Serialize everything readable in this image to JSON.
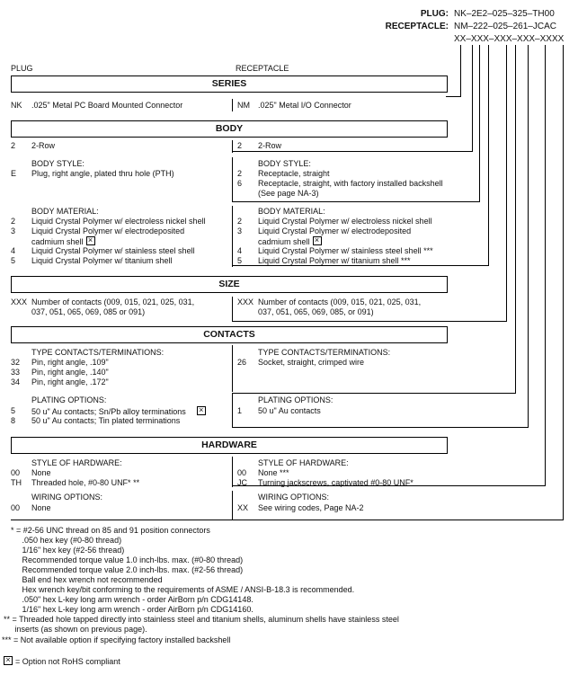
{
  "part_numbers": {
    "plug_label": "PLUG:",
    "plug_code": "NK–2E2–025–325–TH00",
    "receptacle_label": "RECEPTACLE:",
    "receptacle_code": "NM–222–025–261–JCAC",
    "pattern": "XX–XXX–XXX–XXX–XXXX"
  },
  "columns": {
    "plug": "PLUG",
    "receptacle": "RECEPTACLE"
  },
  "series": {
    "title": "SERIES",
    "plug": {
      "code": "NK",
      "text": ".025\" Metal PC Board Mounted Connector"
    },
    "receptacle": {
      "code": "NM",
      "text": ".025\" Metal I/O Connector"
    }
  },
  "body": {
    "title": "BODY",
    "rows": {
      "plug": {
        "code": "2",
        "text": "2-Row"
      },
      "receptacle": {
        "code": "2",
        "text": "2-Row"
      }
    },
    "style": {
      "plug_title": "BODY STYLE:",
      "plug_items": [
        {
          "code": "E",
          "text": "Plug, right angle, plated thru hole (PTH)"
        }
      ],
      "rec_title": "BODY STYLE:",
      "rec_items": [
        {
          "code": "2",
          "text": "Receptacle, straight"
        },
        {
          "code": "6",
          "text": "Receptacle, straight, with factory installed backshell"
        },
        {
          "code": "",
          "text": "(See page NA-3)"
        }
      ]
    },
    "material": {
      "plug_title": "BODY MATERIAL:",
      "plug_items": [
        {
          "code": "2",
          "text": "Liquid Crystal Polymer w/ electroless nickel shell"
        },
        {
          "code": "3",
          "text": "Liquid Crystal Polymer w/ electrodeposited"
        },
        {
          "code": "",
          "text": "cadmium shell"
        },
        {
          "code": "4",
          "text": "Liquid Crystal Polymer w/ stainless steel shell"
        },
        {
          "code": "5",
          "text": "Liquid Crystal Polymer w/ titanium shell"
        }
      ],
      "rec_title": "BODY MATERIAL:",
      "rec_items": [
        {
          "code": "2",
          "text": "Liquid Crystal Polymer w/ electroless nickel shell"
        },
        {
          "code": "3",
          "text": "Liquid Crystal Polymer w/ electrodeposited"
        },
        {
          "code": "",
          "text": "cadmium shell"
        },
        {
          "code": "4",
          "text": "Liquid Crystal Polymer w/ stainless steel shell ***"
        },
        {
          "code": "5",
          "text": "Liquid Crystal Polymer w/ titanium shell ***"
        }
      ]
    }
  },
  "size": {
    "title": "SIZE",
    "plug": {
      "code": "XXX",
      "line1": "Number of contacts (009, 015, 021, 025, 031,",
      "line2": "037, 051, 065, 069, 085 or 091)"
    },
    "receptacle": {
      "code": "XXX",
      "line1": "Number of contacts (009, 015, 021, 025, 031,",
      "line2": "037, 051, 065, 069, 085, or 091)"
    }
  },
  "contacts": {
    "title": "CONTACTS",
    "type": {
      "plug_title": "TYPE CONTACTS/TERMINATIONS:",
      "plug_items": [
        {
          "code": "32",
          "text": "Pin, right angle, .109\""
        },
        {
          "code": "33",
          "text": "Pin, right angle, .140\""
        },
        {
          "code": "34",
          "text": "Pin, right angle, .172\""
        }
      ],
      "rec_title": "TYPE CONTACTS/TERMINATIONS:",
      "rec_items": [
        {
          "code": "26",
          "text": "Socket, straight, crimped wire"
        }
      ]
    },
    "plating": {
      "plug_title": "PLATING OPTIONS:",
      "plug_items": [
        {
          "code": "5",
          "text": "50 u\" Au contacts; Sn/Pb alloy terminations"
        },
        {
          "code": "8",
          "text": "50 u\" Au contacts; Tin plated terminations"
        }
      ],
      "rec_title": "PLATING OPTIONS:",
      "rec_items": [
        {
          "code": "1",
          "text": "50 u\" Au contacts"
        }
      ]
    }
  },
  "hardware": {
    "title": "HARDWARE",
    "style": {
      "plug_title": "STYLE OF HARDWARE:",
      "plug_items": [
        {
          "code": "00",
          "text": "None"
        },
        {
          "code": "TH",
          "text": "Threaded hole, #0-80 UNF*  **"
        }
      ],
      "rec_title": "STYLE OF HARDWARE:",
      "rec_items": [
        {
          "code": "00",
          "text": "None ***"
        },
        {
          "code": "JC",
          "text": "Turning jackscrews, captivated #0-80 UNF*"
        }
      ]
    },
    "wiring": {
      "plug_title": "WIRING OPTIONS:",
      "plug_items": [
        {
          "code": "00",
          "text": "None"
        }
      ],
      "rec_title": "WIRING OPTIONS:",
      "rec_items": [
        {
          "code": "XX",
          "text": "See wiring codes, Page NA-2"
        }
      ]
    }
  },
  "notes": [
    "* = #2-56 UNC thread on 85 and 91 position connectors",
    "     .050 hex key (#0-80 thread)",
    "     1/16\" hex key (#2-56 thread)",
    "     Recommended torque value 1.0 inch-lbs. max. (#0-80 thread)",
    "     Recommended torque value 2.0 inch-lbs. max. (#2-56 thread)",
    "     Ball end hex wrench not recommended",
    "     Hex wrench key/bit conforming to the requirements of ASME / ANSI-B-18.3 is recommended.",
    "     .050\" hex L-key long arm wrench - order AirBorn p/n CDG14148.",
    "     1/16\" hex L-key long arm wrench - order AirBorn p/n CDG14160.",
    "** = Threaded hole tapped directly into stainless steel and titanium shells, aluminum shells have stainless steel",
    "     inserts (as shown on previous page).",
    "*** = Not available option if specifying factory installed backshell"
  ],
  "rohs_note": "= Option not RoHS compliant"
}
